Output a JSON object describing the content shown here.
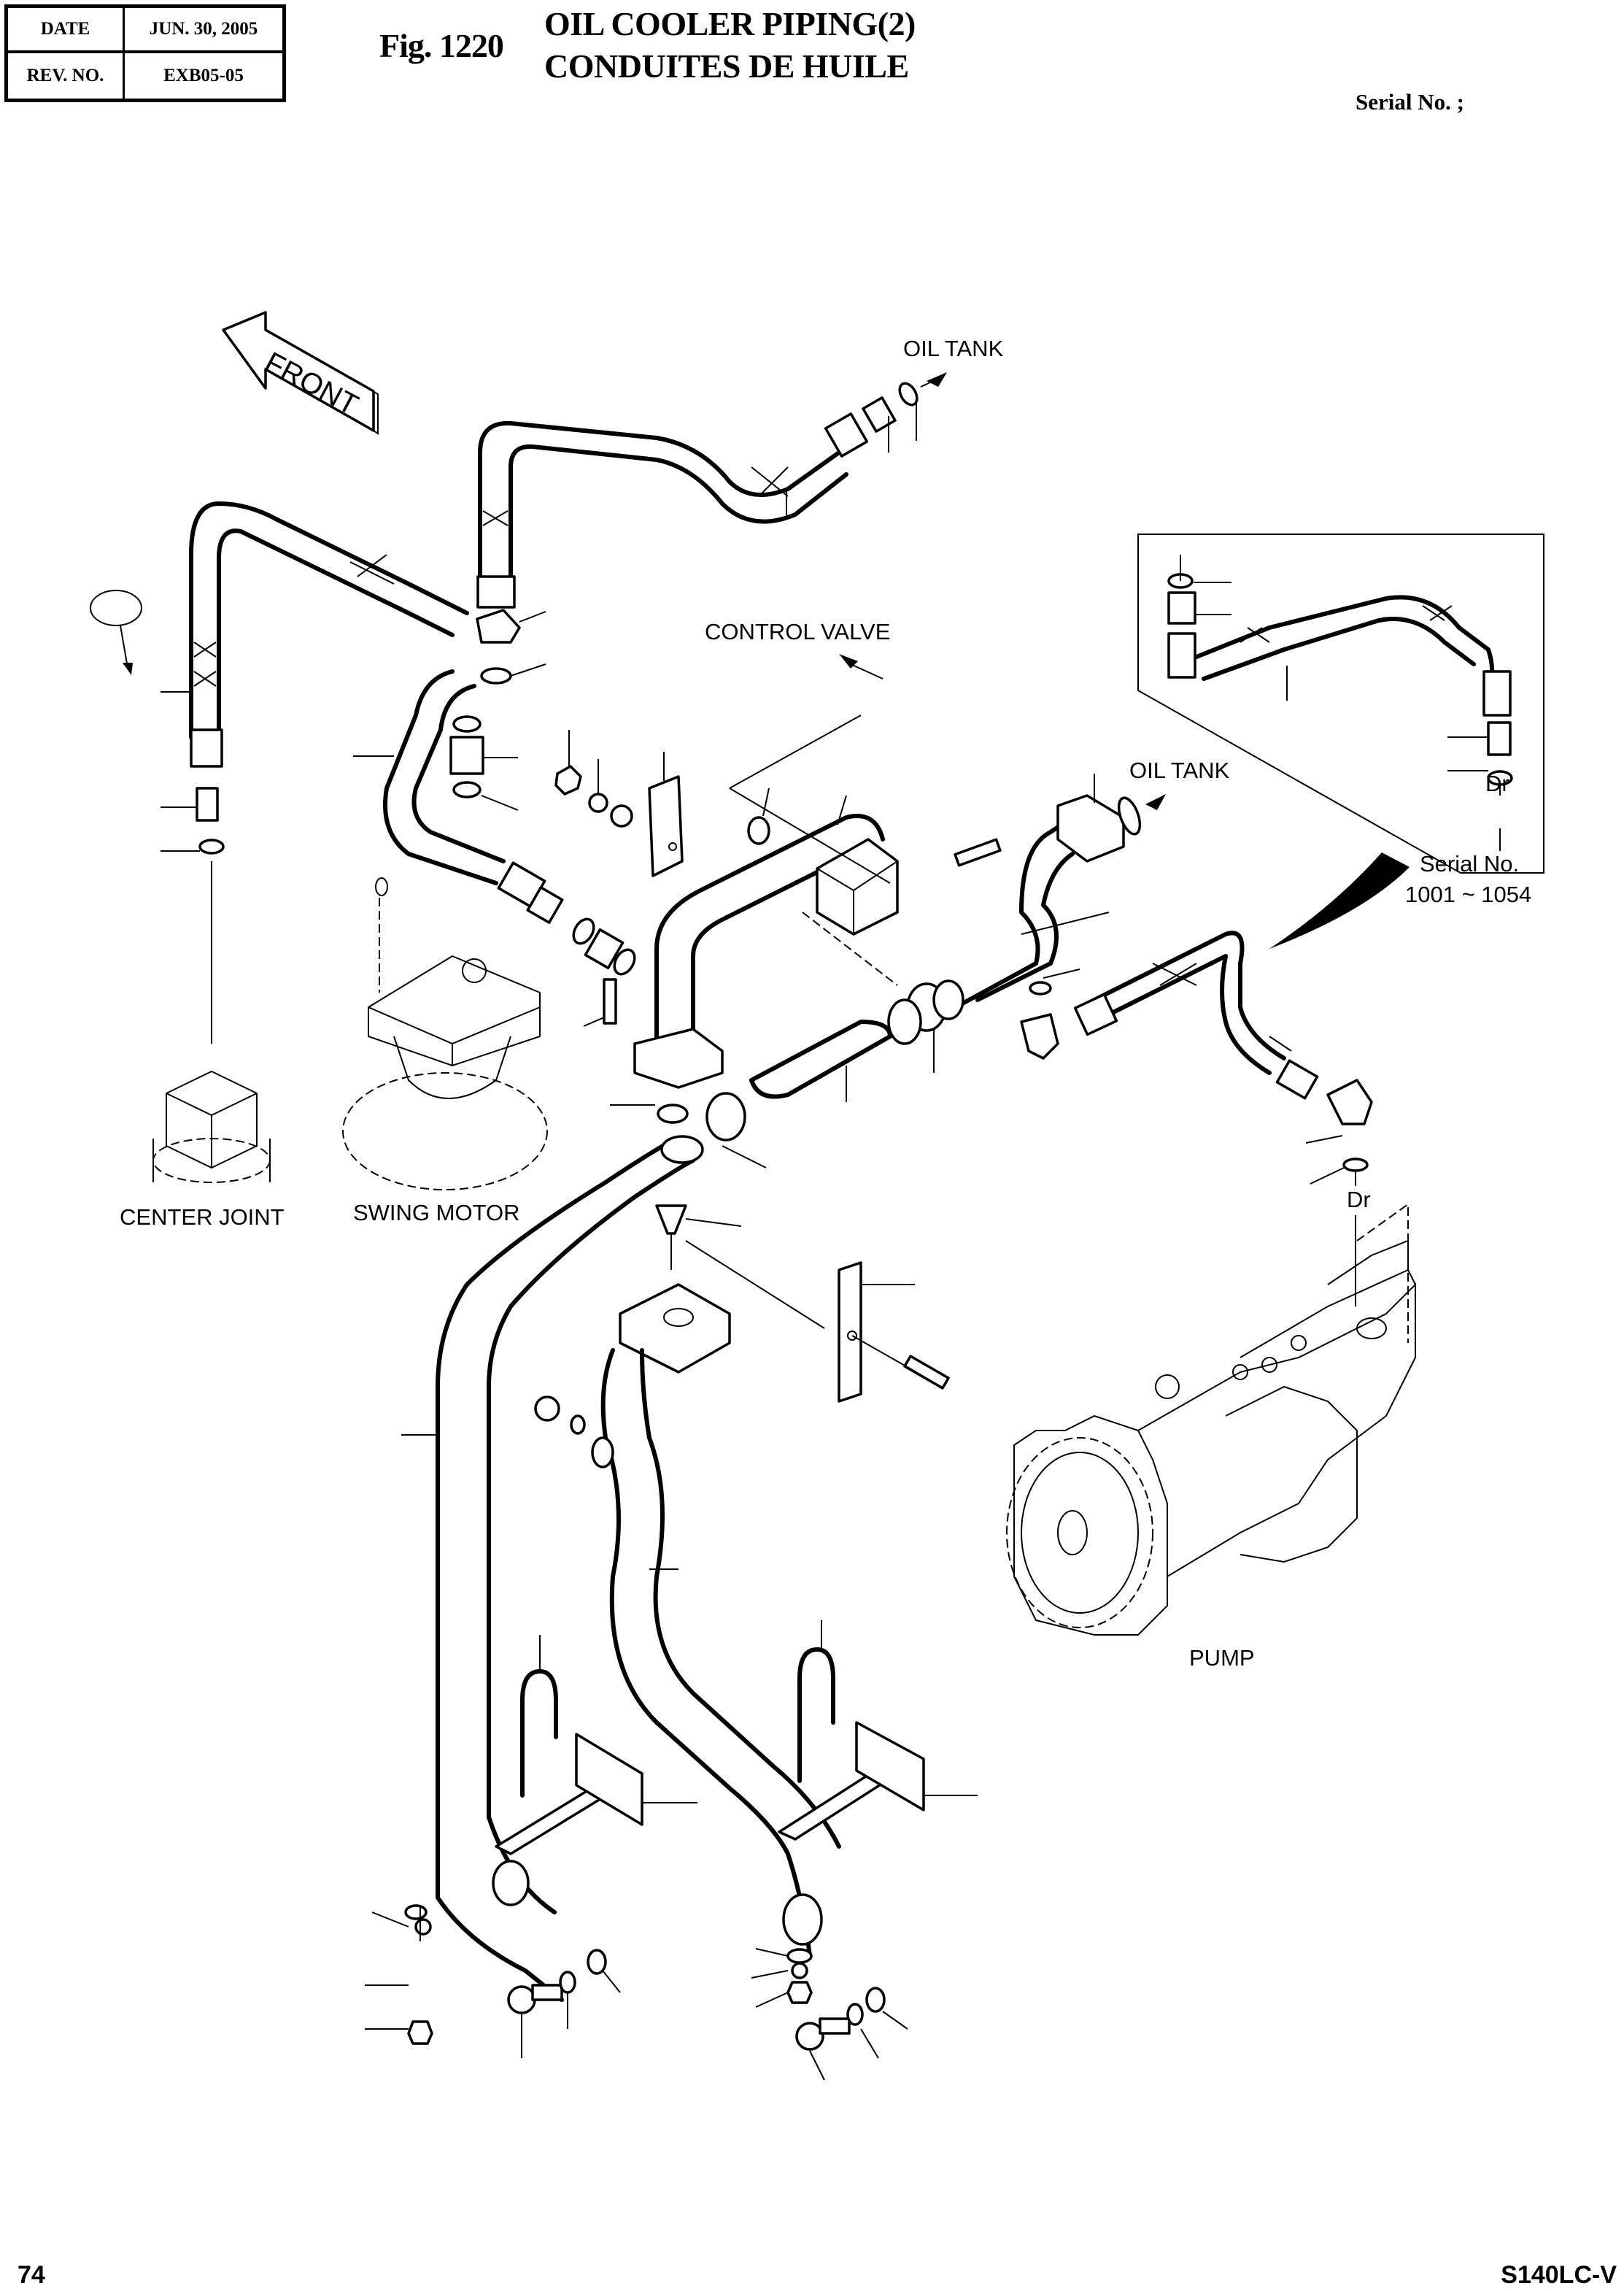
{
  "header": {
    "date_label": "DATE",
    "date_value": "JUN. 30, 2005",
    "rev_label": "REV. NO.",
    "rev_value": "EXB05-05",
    "figure_number": "Fig. 1220",
    "title_en": "OIL COOLER PIPING(2)",
    "title_fr": "CONDUITES DE HUILE",
    "serial_label": "Serial No. ;"
  },
  "diagram": {
    "labels": {
      "front": "FRONT",
      "oil_tank_top": "OIL TANK",
      "control_valve": "CONTROL VALVE",
      "oil_tank_right": "OIL TANK",
      "center_joint": "CENTER JOINT",
      "swing_motor": "SWING MOTOR",
      "pump": "PUMP",
      "dr_main": "Dr",
      "dr_inset": "Dr"
    },
    "inset": {
      "serial_label": "Serial No.",
      "serial_range": "1001 ~ 1054"
    },
    "icons": [
      "front-direction-arrow-icon",
      "flow-arrow-icon",
      "callout-ellipse-icon",
      "detail-pointer-icon"
    ]
  },
  "footer": {
    "page_number": "74",
    "model": "S140LC-V"
  }
}
